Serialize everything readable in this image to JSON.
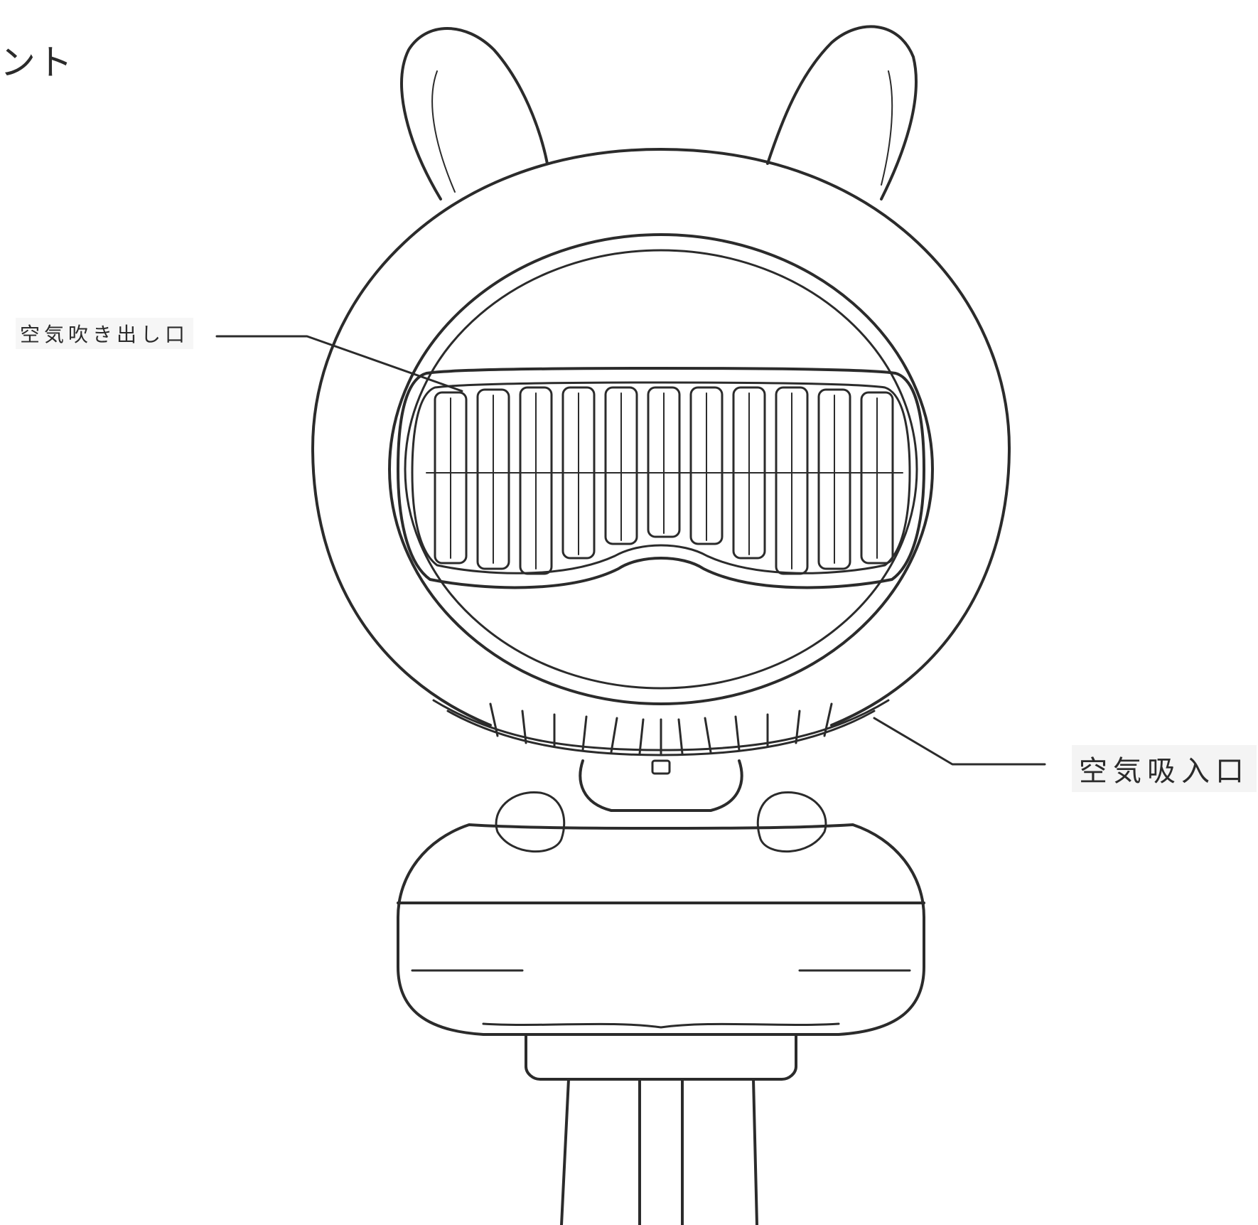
{
  "heading_fragment": "ント",
  "labels": {
    "air_outlet": "空気吹き出し口",
    "air_inlet": "空気吸入口"
  },
  "colors": {
    "line": "#2b2b2b",
    "label_bg": "#f4f4f4",
    "background": "#ffffff"
  }
}
